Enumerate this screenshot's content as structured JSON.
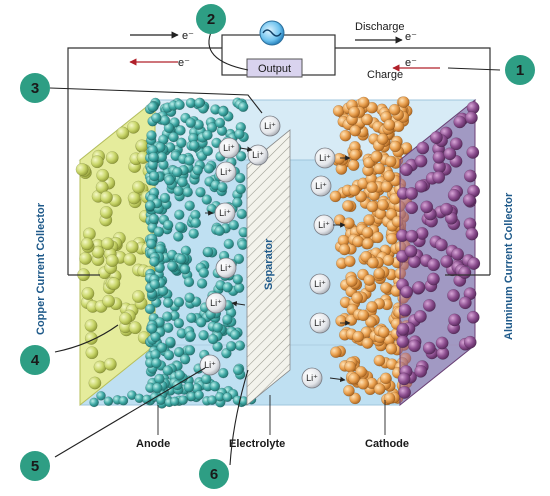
{
  "circuit": {
    "electron": "e⁻",
    "discharge": "Discharge",
    "charge": "Charge",
    "output": "Output"
  },
  "labels": {
    "anode": "Anode",
    "electrolyte": "Electrolyte",
    "cathode": "Cathode",
    "separator": "Separator",
    "copper_collector": "Copper Current Collector",
    "aluminum_collector": "Aluminum  Current Collector",
    "lithium_ion": "Li⁺"
  },
  "callouts": [
    "1",
    "2",
    "3",
    "4",
    "5",
    "6"
  ],
  "colors": {
    "callout": "#2e9e84",
    "anode_particle": "#3fa9a5",
    "cathode_particle": "#e9a04f",
    "cathode_collector": "#8d4f90",
    "anode_collector": "#d8e27a",
    "electrolyte": "#bfe0f2"
  }
}
